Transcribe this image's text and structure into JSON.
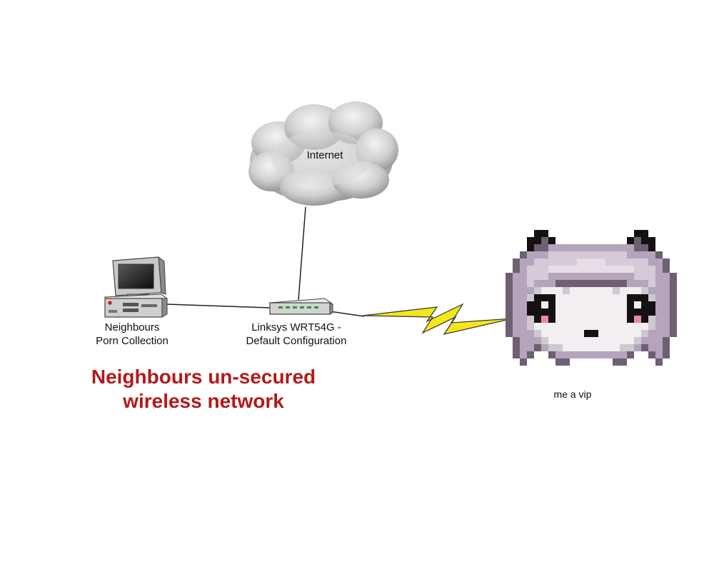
{
  "nodes": {
    "internet": {
      "label": "Internet"
    },
    "computer": {
      "label_line1": "Neighbours",
      "label_line2": "Porn Collection"
    },
    "router": {
      "label_line1": "Linksys WRT54G -",
      "label_line2": "Default Configuration"
    },
    "character": {
      "caption": "me a vip"
    }
  },
  "headline": {
    "line1": "Neighbours un-secured",
    "line2": "wireless network"
  },
  "colors": {
    "headline": "#b31a1a",
    "bolt": "#f5e61a",
    "cloud": "#c8c8c8",
    "hair": "#b4a4bc",
    "face": "#f2eef2"
  }
}
